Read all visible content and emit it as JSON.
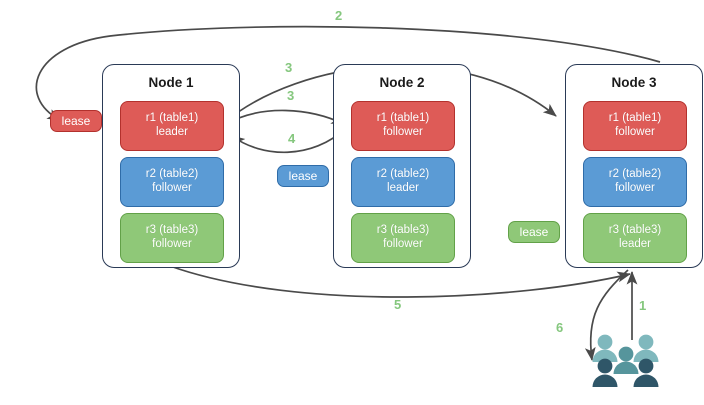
{
  "diagram": {
    "title_hidden": "",
    "nodes": [
      {
        "id": "node1",
        "label": "Node 1",
        "replicas": [
          {
            "line1": "r1 (table1)",
            "line2": "leader",
            "color": "#de5b57",
            "kind": "red"
          },
          {
            "line1": "r2 (table2)",
            "line2": "follower",
            "color": "#5b9bd5",
            "kind": "blue"
          },
          {
            "line1": "r3 (table3)",
            "line2": "follower",
            "color": "#8fc878",
            "kind": "green"
          }
        ]
      },
      {
        "id": "node2",
        "label": "Node 2",
        "replicas": [
          {
            "line1": "r1 (table1)",
            "line2": "follower",
            "color": "#de5b57",
            "kind": "red"
          },
          {
            "line1": "r2 (table2)",
            "line2": "leader",
            "color": "#5b9bd5",
            "kind": "blue"
          },
          {
            "line1": "r3 (table3)",
            "line2": "follower",
            "color": "#8fc878",
            "kind": "green"
          }
        ]
      },
      {
        "id": "node3",
        "label": "Node 3",
        "replicas": [
          {
            "line1": "r1 (table1)",
            "line2": "follower",
            "color": "#de5b57",
            "kind": "red"
          },
          {
            "line1": "r2 (table2)",
            "line2": "follower",
            "color": "#5b9bd5",
            "kind": "blue"
          },
          {
            "line1": "r3 (table3)",
            "line2": "leader",
            "color": "#8fc878",
            "kind": "green"
          }
        ]
      }
    ],
    "leases": [
      {
        "id": "lease-r1",
        "label": "lease",
        "kind": "red"
      },
      {
        "id": "lease-r2",
        "label": "lease",
        "kind": "blue"
      },
      {
        "id": "lease-r3",
        "label": "lease",
        "kind": "green"
      }
    ],
    "steps": [
      {
        "id": "step-1",
        "label": "1"
      },
      {
        "id": "step-2",
        "label": "2"
      },
      {
        "id": "step-3a",
        "label": "3"
      },
      {
        "id": "step-3b",
        "label": "3"
      },
      {
        "id": "step-4",
        "label": "4"
      },
      {
        "id": "step-5",
        "label": "5"
      },
      {
        "id": "step-6",
        "label": "6"
      }
    ],
    "actor": {
      "id": "users",
      "name": "users-group-icon",
      "count": 5
    },
    "colors": {
      "arrow": "#4a4a4a",
      "step_label": "#85c77e",
      "node_border": "#2a3a56",
      "red": "#de5b57",
      "red_border": "#b3312d",
      "blue": "#5b9bd5",
      "blue_border": "#2f6ca8",
      "green": "#8fc878",
      "green_border": "#62a148",
      "users_light": "#7fb8bd",
      "users_mid": "#56959c",
      "users_dark": "#2f5668"
    }
  }
}
